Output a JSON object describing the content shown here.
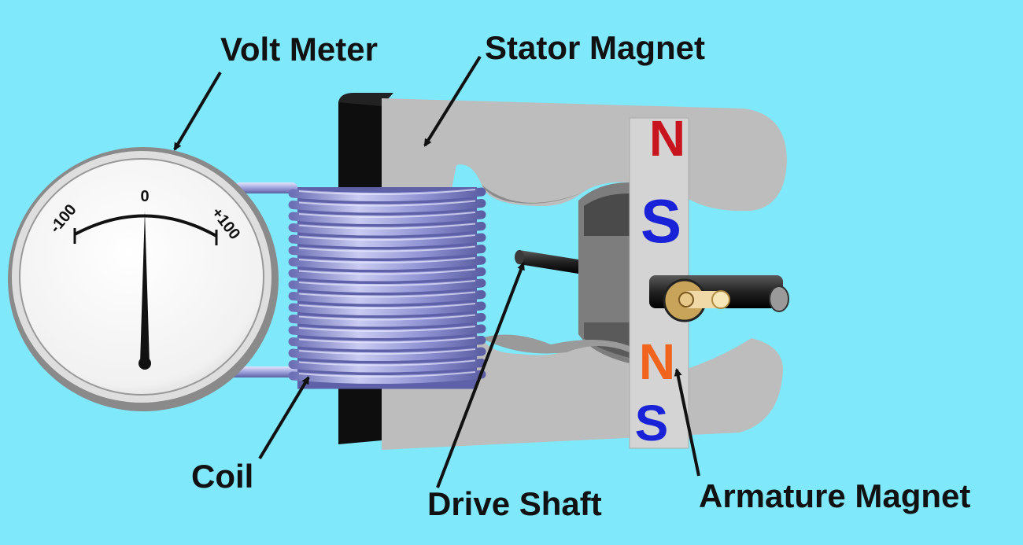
{
  "labels": {
    "volt_meter": "Volt Meter",
    "stator_magnet": "Stator Magnet",
    "coil": "Coil",
    "drive_shaft": "Drive Shaft",
    "armature_magnet": "Armature Magnet"
  },
  "meter": {
    "scale_min": "-100",
    "scale_zero": "0",
    "scale_max": "+100",
    "reading": 0
  },
  "poles": {
    "stator_top": "N",
    "armature_top": "S",
    "armature_bottom": "N",
    "stator_bottom": "S"
  },
  "colors": {
    "background": "#7fe9fb",
    "stator": "#b9b9b9",
    "coil": "#8f92cf",
    "pole_red": "#c8141e",
    "pole_blue": "#1a22d8",
    "pole_orange": "#f0641e"
  }
}
